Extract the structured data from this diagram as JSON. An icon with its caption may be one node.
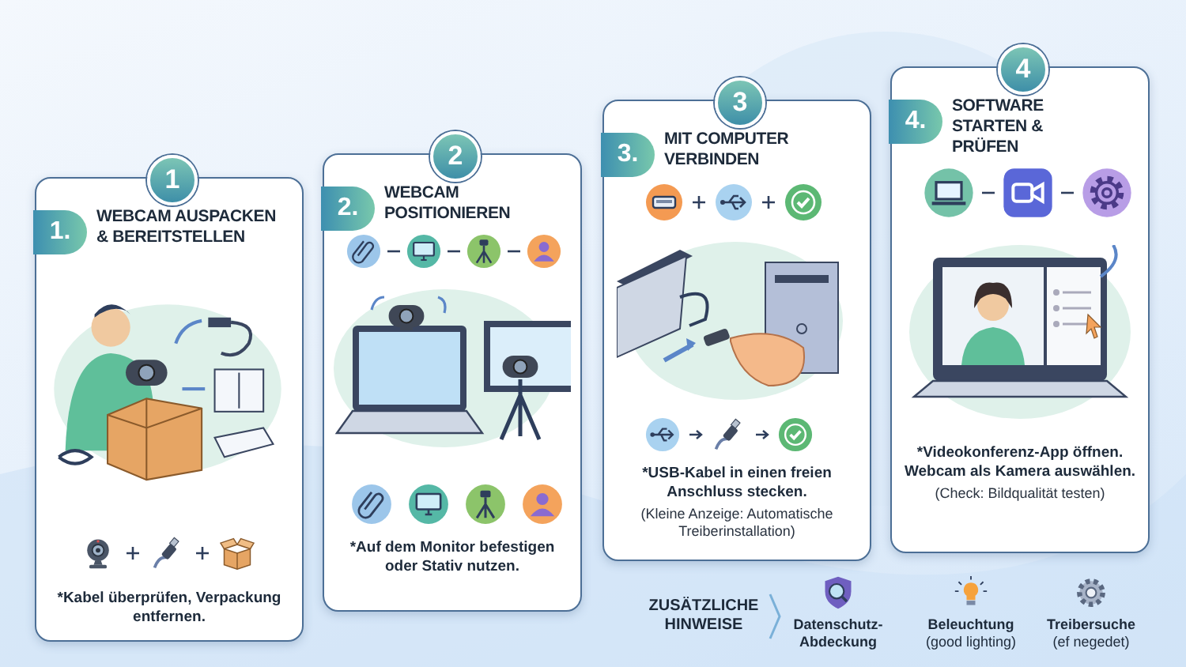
{
  "diagram": {
    "nodes": [
      {
        "text": [
          "1",
          "1.",
          "WEBCAM AUSPACKEN & BEREITSTELLEN",
          "*Kabel überprüfen, Verpackung entfernen."
        ]
      },
      {
        "text": [
          "2",
          "2.",
          "WEBCAM POSITIONIEREN",
          "*Auf dem Monitor befestigen oder Stativ nutzen."
        ]
      },
      {
        "text": [
          "3",
          "3.",
          "MIT COMPUTER VERBINDEN",
          "*USB-Kabel in einen freien Anschluss stecken.",
          "(Kleine Anzeige: Automatische Treiberinstallation)"
        ]
      },
      {
        "text": [
          "4",
          "4.",
          "SOFTWARE STARTEN & PRÜFEN",
          "*Videokonferenz-App öffnen. Webcam als Kamera auswählen.",
          "(Check: Bildqualität testen)"
        ]
      }
    ],
    "labels": [
      "ZUSÄTZLICHE HINWEISE",
      "Datenschutz-Abdeckung",
      "Beleuchtung",
      "(good lighting)",
      "Treibersuche",
      "(ef negedet)"
    ]
  }
}
